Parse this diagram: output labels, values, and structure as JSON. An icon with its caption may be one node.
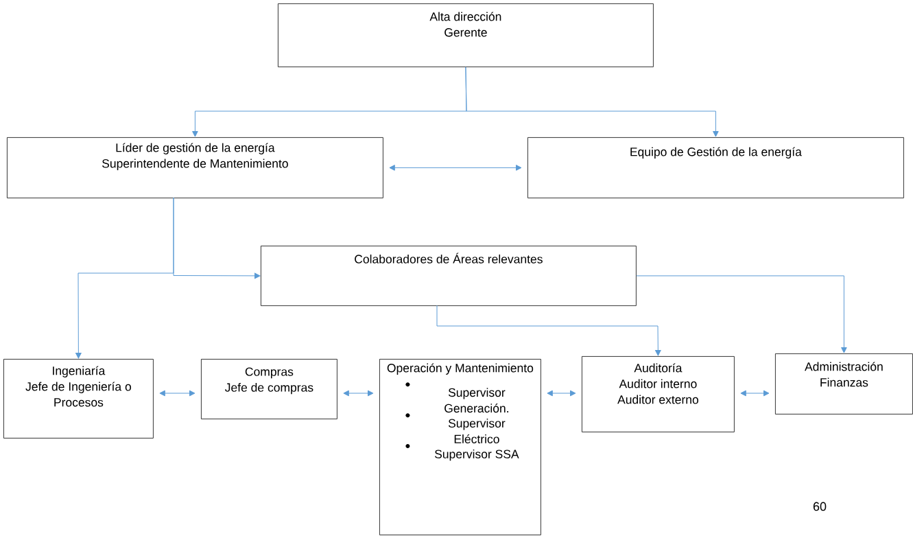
{
  "diagram": {
    "nodes": [
      {
        "text": [
          "Alta dirección",
          "Gerente"
        ]
      },
      {
        "text": [
          "Líder de gestión de la energía",
          "Superintendente de Mantenimiento"
        ]
      },
      {
        "text": [
          "Equipo de Gestión de la energía"
        ]
      },
      {
        "text": [
          "Colaboradores de Áreas relevantes"
        ]
      },
      {
        "text": [
          "Ingeniaría",
          "Jefe de Ingeniería o Procesos"
        ]
      },
      {
        "text": [
          "Compras",
          "Jefe de compras"
        ]
      },
      {
        "text": [
          "Operación y Mantenimiento",
          "Supervisor Generación.",
          "Supervisor Eléctrico",
          "Supervisor SSA"
        ]
      },
      {
        "text": [
          "Auditoría",
          "Auditor interno",
          "Auditor externo"
        ]
      },
      {
        "text": [
          "Administración",
          "Finanzas"
        ]
      }
    ],
    "edges": [
      {
        "from": 0,
        "to": 1,
        "arrow": "to"
      },
      {
        "from": 0,
        "to": 2,
        "arrow": "to"
      },
      {
        "from": 1,
        "to": 2,
        "arrow": "both"
      },
      {
        "from": 1,
        "to": 4,
        "arrow": "to"
      },
      {
        "from": 1,
        "to": 3,
        "arrow": "to"
      },
      {
        "from": 3,
        "to": 7,
        "arrow": "to"
      },
      {
        "from": 3,
        "to": 8,
        "arrow": "to"
      },
      {
        "from": 4,
        "to": 5,
        "arrow": "both"
      },
      {
        "from": 5,
        "to": 6,
        "arrow": "both"
      },
      {
        "from": 6,
        "to": 7,
        "arrow": "both"
      },
      {
        "from": 7,
        "to": 8,
        "arrow": "both"
      }
    ],
    "labels": [
      "60"
    ]
  }
}
